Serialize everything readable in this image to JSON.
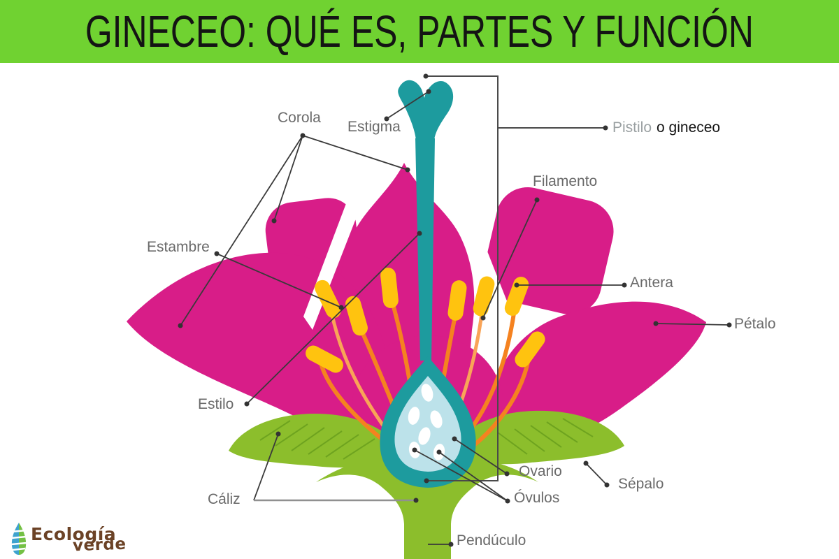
{
  "header": {
    "title": "GINECEO: QUÉ ES, PARTES Y FUNCIÓN"
  },
  "diagram": {
    "labels": {
      "corola": "Corola",
      "estigma": "Estigma",
      "pistilo": "Pistilo",
      "pistilo_suffix": "o gineceo",
      "filamento": "Filamento",
      "estambre": "Estambre",
      "antera": "Antera",
      "petalo": "Pétalo",
      "estilo": "Estilo",
      "ovario": "Ovario",
      "ovulos": "Óvulos",
      "sepalo": "Sépalo",
      "caliz": "Cáliz",
      "pedunculo": "Pendúculo"
    }
  },
  "logo": {
    "line1": "Ecología",
    "line2": "verde"
  },
  "colors": {
    "header_green": "#70d231",
    "petal_magenta": "#d81d88",
    "pistil_teal": "#1d9b9e",
    "ovary_blue": "#bce2ea",
    "filament_orange": "#f58220",
    "anther_yellow": "#ffc30f",
    "sepal_green": "#8cbe2c",
    "label_gray": "#6a6a6a",
    "line_dark": "#3a3a3a",
    "logo_brown": "#6b4226"
  }
}
